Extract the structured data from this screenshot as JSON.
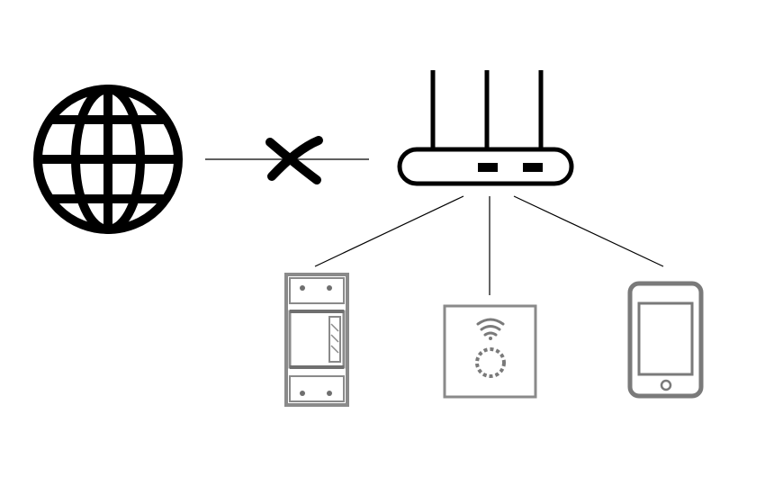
{
  "nodes": [
    {
      "id": "internet",
      "icon": "globe-icon"
    },
    {
      "id": "router",
      "icon": "wifi-router-icon"
    },
    {
      "id": "relay",
      "icon": "relay-module-icon"
    },
    {
      "id": "switch",
      "icon": "smart-wall-switch-icon"
    },
    {
      "id": "phone",
      "icon": "smartphone-icon"
    }
  ],
  "links": [
    {
      "from": "internet",
      "to": "router",
      "status": "disconnected",
      "marker": "broken-link-cross-icon"
    },
    {
      "from": "router",
      "to": "relay",
      "status": "connected"
    },
    {
      "from": "router",
      "to": "switch",
      "status": "connected"
    },
    {
      "from": "router",
      "to": "phone",
      "status": "connected"
    }
  ],
  "colors": {
    "stroke": "#000000",
    "device_gray": "#8a8a8a",
    "device_dark": "#6f6f6f",
    "background": "#ffffff"
  }
}
